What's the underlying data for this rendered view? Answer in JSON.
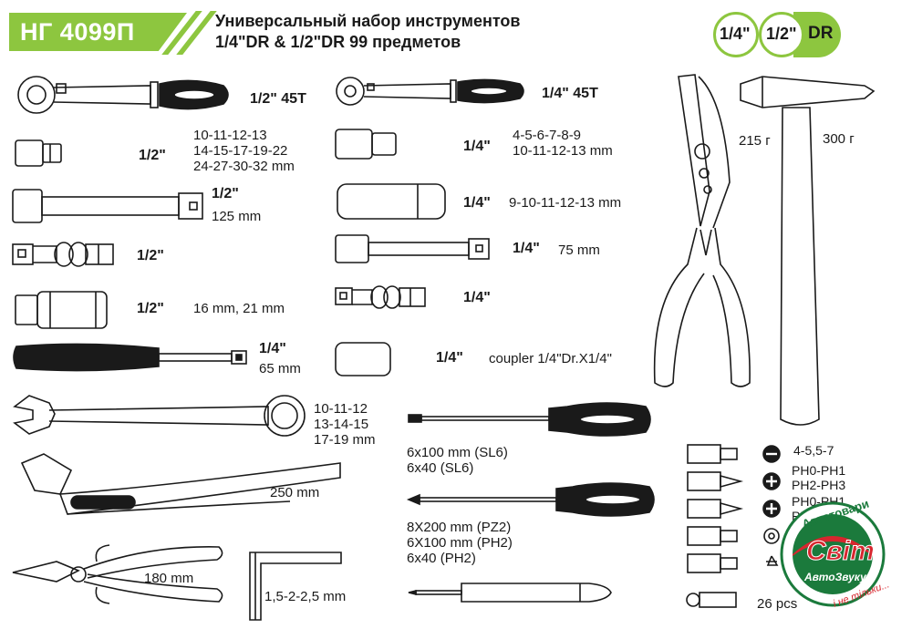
{
  "header": {
    "model": "НГ 4099П",
    "title_line1": "Универсальный набор инструментов",
    "title_line2": "1/4\"DR & 1/2\"DR 99 предметов",
    "drive_a": "1/4\"",
    "drive_b": "1/2\"",
    "drive_suffix": "DR"
  },
  "colors": {
    "accent": "#8dc63f",
    "logo_red": "#d7262e",
    "logo_green": "#1b7a3c"
  },
  "items": {
    "ratchet_half": "1/2\" 45T",
    "ratchet_quarter": "1/4\" 45T",
    "sockets_half_size": "1/2\"",
    "sockets_half_specs": "10-11-12-13\n14-15-17-19-22\n24-27-30-32 mm",
    "sockets_quarter_size": "1/4\"",
    "sockets_quarter_specs": "4-5-6-7-8-9\n10-11-12-13 mm",
    "deep_quarter_size": "1/4\"",
    "deep_quarter_specs": "9-10-11-12-13 mm",
    "ext_half_size": "1/2\"",
    "ext_half_len": "125 mm",
    "ext_quarter_size": "1/4\"",
    "ext_quarter_len": "75 mm",
    "ujoint_half": "1/2\"",
    "ujoint_quarter": "1/4\"",
    "spark_size": "1/2\"",
    "spark_specs": "16 mm, 21 mm",
    "coupler_size": "1/4\"",
    "coupler_spec": "coupler 1/4\"Dr.X1/4\"",
    "spinner_size": "1/4\"",
    "spinner_len": "65 mm",
    "crimper_weight": "215 г",
    "hammer_weight": "300 г",
    "wrench_specs": "10-11-12\n13-14-15\n17-19 mm",
    "pump_pliers": "250 mm",
    "combo_pliers": "180 mm",
    "hex_keys": "1,5-2-2,5 mm",
    "screwdriver_slot": "6x100 mm (SL6)\n6x40 (SL6)",
    "screwdriver_ph": "8X200 mm (PZ2)\n6X100 mm (PH2)\n6x40 (PH2)",
    "bits_slot": "4-5,5-7",
    "bits_ph": "PH0-PH1\nPH2-PH3",
    "bits_pz": "PH0-PH1\nPH2-PH3",
    "bits_total": "26 pcs"
  },
  "logo": {
    "arc_text": "Автотовари",
    "brand": "Світ",
    "sub": "АвтоЗвуку",
    "tagline": "і не тільки..."
  }
}
